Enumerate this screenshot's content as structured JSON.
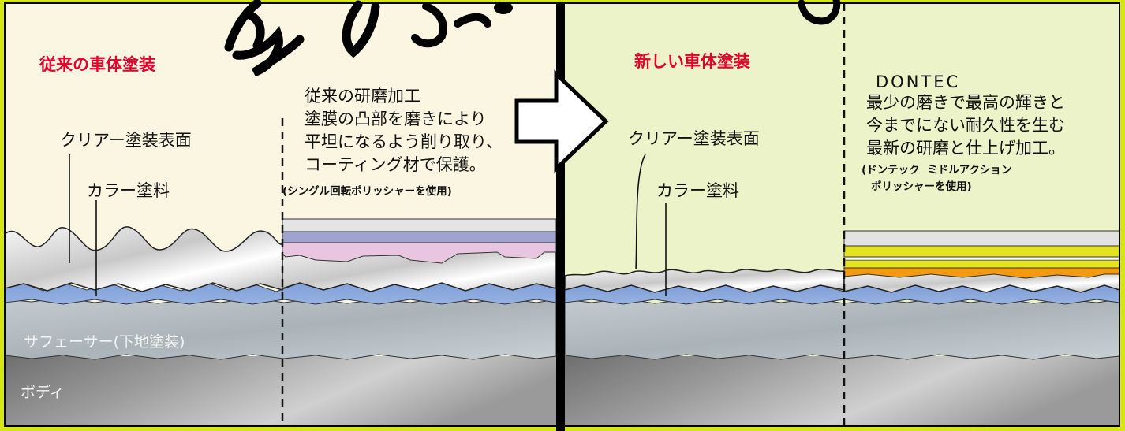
{
  "left_panel": {
    "title": "従来の車体塗装",
    "clear_coat_label": "クリアー塗装表面",
    "color_paint_label": "カラー塗料",
    "surfacer_label": "サフェーサー(下地塗装)",
    "body_label": "ボディ",
    "polishing_lines": [
      "従来の研磨加工",
      "塗膜の凸部を磨きにより",
      "平坦になるよう削り取り、",
      "コーティング材で保護。"
    ],
    "polishing_note": "(シングル回転ポリッシャーを使用)"
  },
  "right_panel": {
    "title": "新しい車体塗装",
    "clear_coat_label": "クリアー塗装表面",
    "color_paint_label": "カラー塗料",
    "brand": "DONTEC",
    "description_lines": [
      "最少の磨きで最高の輝きと",
      "今までにない耐久性を生む",
      "最新の研磨と仕上げ加工。"
    ],
    "note_lines": [
      "(ドンテック  ミドルアクション",
      "ポリッシャーを使用)"
    ]
  },
  "headline_fragment": "磨きで違う",
  "colors": {
    "background": "#d6e614",
    "left_panel_bg": "#fbf6e2",
    "right_panel_bg": "#edf3c8",
    "title_red": "#e4002b",
    "color_paint_blue": "#86a6dc",
    "surfacer_gray": "#bcc5c9",
    "body_gray": "#8a8a8a",
    "coating_lavender": "#9ea3d0",
    "coating_pink": "#e8c6e0",
    "dontec_yellow": "#e3e322",
    "dontec_orange": "#f39a10"
  }
}
